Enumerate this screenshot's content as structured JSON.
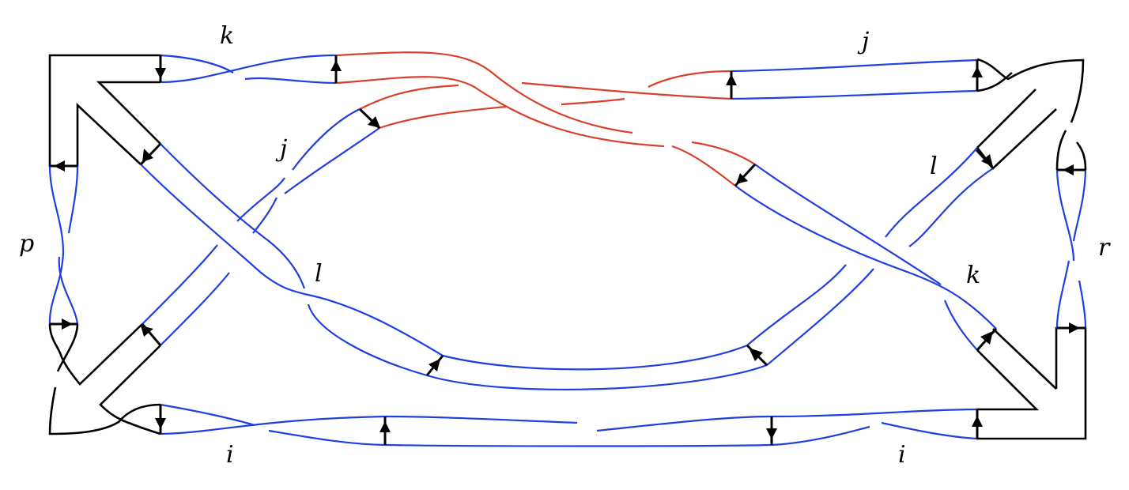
{
  "colors": {
    "frame": "#000000",
    "band_blue": "#1f3fe0",
    "band_red": "#d8402a"
  },
  "labels": {
    "k_top": "k",
    "j_top": "j",
    "j_mid": "j",
    "l_mid": "l",
    "l_right": "l",
    "k_right": "k",
    "p": "p",
    "r": "r",
    "i_left": "i",
    "i_right": "i"
  }
}
